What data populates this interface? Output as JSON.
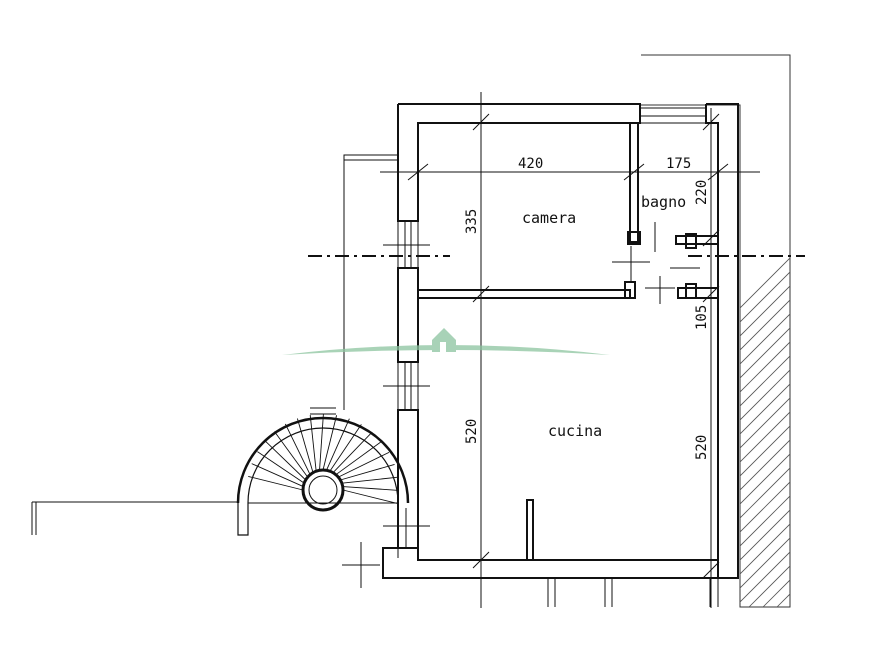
{
  "rooms": {
    "camera": "camera",
    "bagno": "bagno",
    "cucina": "cucina"
  },
  "dimensions": {
    "camera_width": "420",
    "bagno_width": "175",
    "camera_depth": "335",
    "bagno_depth": "220",
    "passage": "105",
    "cucina_depth_left": "520",
    "cucina_depth_right": "520"
  },
  "colors": {
    "walls": "#111111",
    "watermark": "#6fae84"
  }
}
